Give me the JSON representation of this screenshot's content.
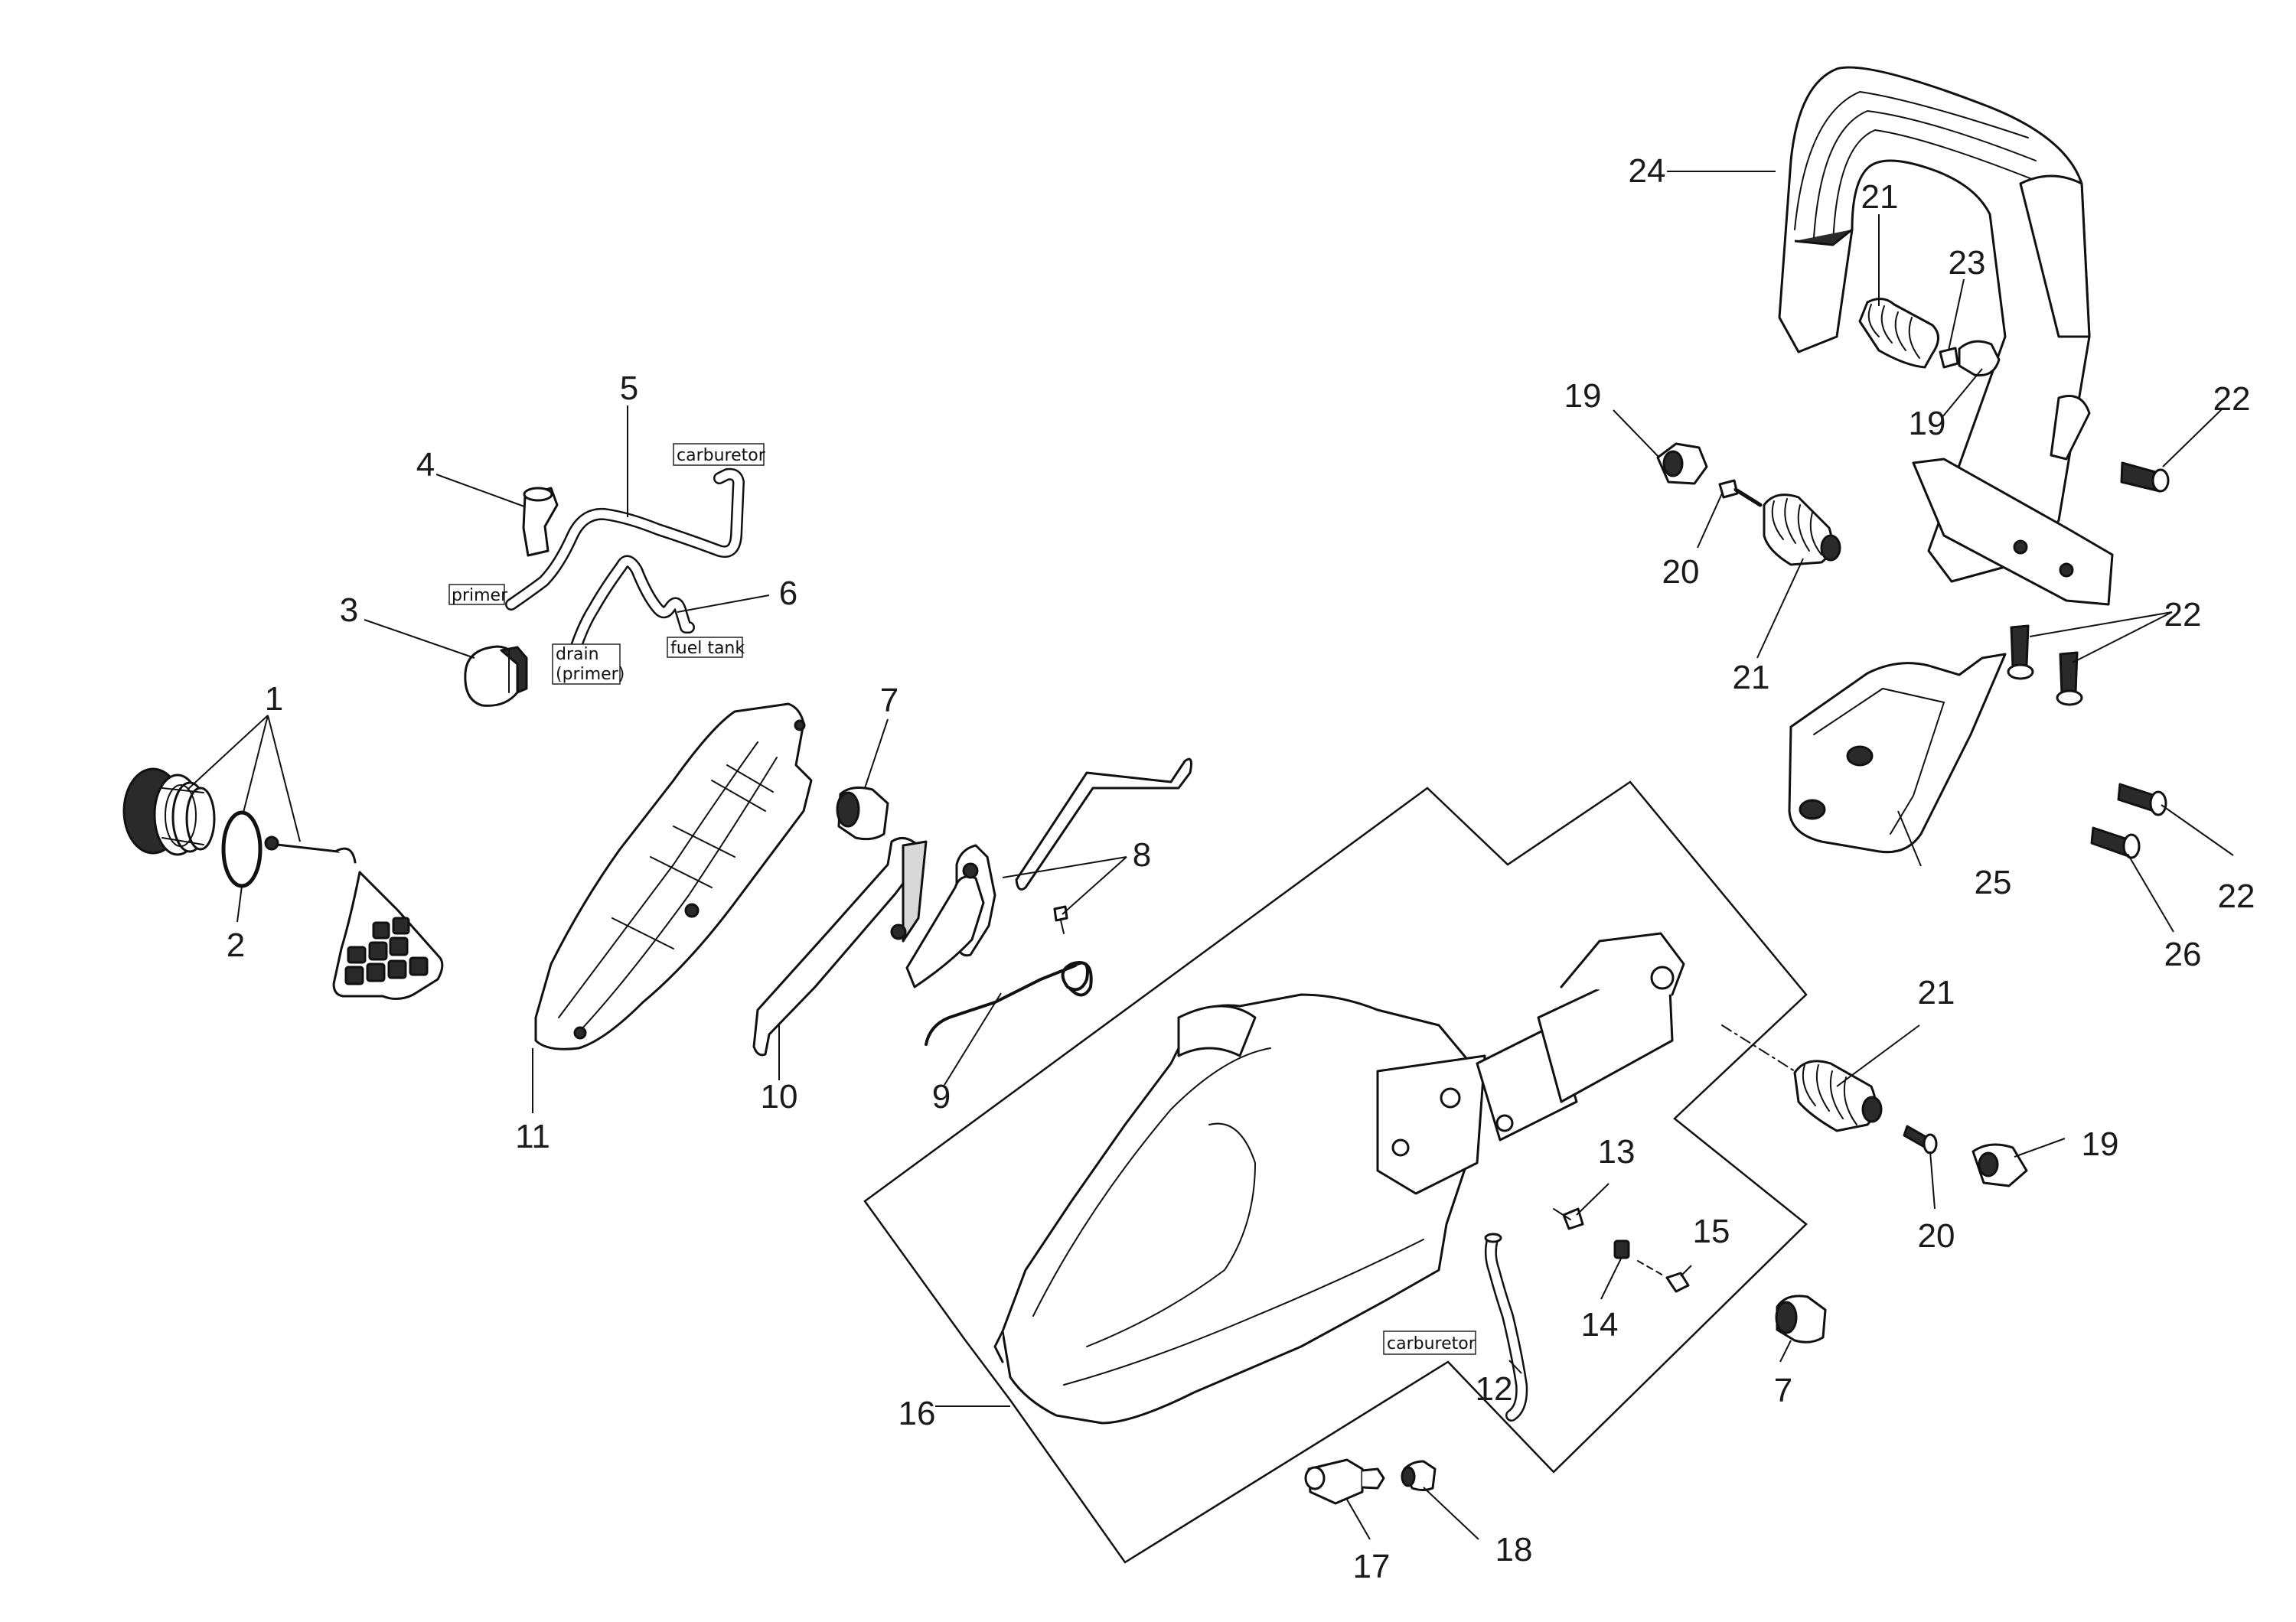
{
  "callouts": [
    {
      "num": "1"
    },
    {
      "num": "2"
    },
    {
      "num": "3"
    },
    {
      "num": "4"
    },
    {
      "num": "5"
    },
    {
      "num": "6"
    },
    {
      "num": "7"
    },
    {
      "num": "8"
    },
    {
      "num": "9"
    },
    {
      "num": "10"
    },
    {
      "num": "11"
    },
    {
      "num": "12"
    },
    {
      "num": "13"
    },
    {
      "num": "14"
    },
    {
      "num": "15"
    },
    {
      "num": "16"
    },
    {
      "num": "17"
    },
    {
      "num": "18"
    },
    {
      "num": "19"
    },
    {
      "num": "19"
    },
    {
      "num": "19"
    },
    {
      "num": "20"
    },
    {
      "num": "20"
    },
    {
      "num": "21"
    },
    {
      "num": "21"
    },
    {
      "num": "21"
    },
    {
      "num": "22"
    },
    {
      "num": "22"
    },
    {
      "num": "22"
    },
    {
      "num": "23"
    },
    {
      "num": "24"
    },
    {
      "num": "25"
    },
    {
      "num": "26"
    },
    {
      "num": "7"
    }
  ],
  "tags": {
    "carburetor_top": "carburetor",
    "primer": "primer",
    "drain_line1": "drain",
    "drain_line2": "(primer)",
    "fuel_tank": "fuel tank",
    "carburetor_bottom": "carburetor"
  }
}
